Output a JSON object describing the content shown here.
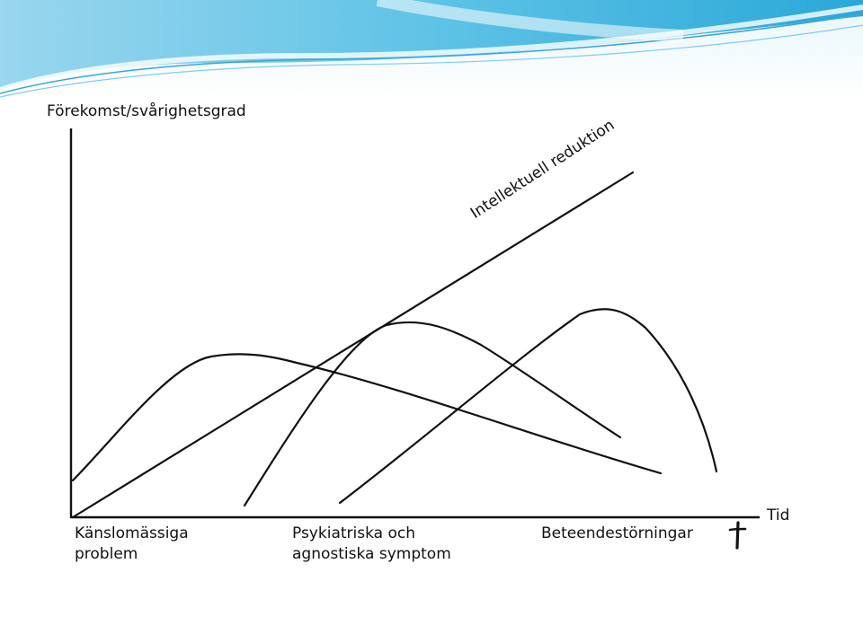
{
  "diagram": {
    "y_axis_label": "Förekomst/svårighetsgrad",
    "x_axis_label": "Tid",
    "line_label": "Intellektuell reduktion",
    "phases": [
      {
        "line1": "Känslomässiga",
        "line2": "problem"
      },
      {
        "line1": "Psykiatriska och",
        "line2": "agnostiska symptom"
      },
      {
        "line1": "Beteendestörningar",
        "line2": ""
      }
    ],
    "end_symbol": "†"
  },
  "colors": {
    "header_light": "#bfe6f3",
    "header_mid": "#6ec9e6",
    "header_deep": "#1aa0d2",
    "line": "#111111"
  }
}
